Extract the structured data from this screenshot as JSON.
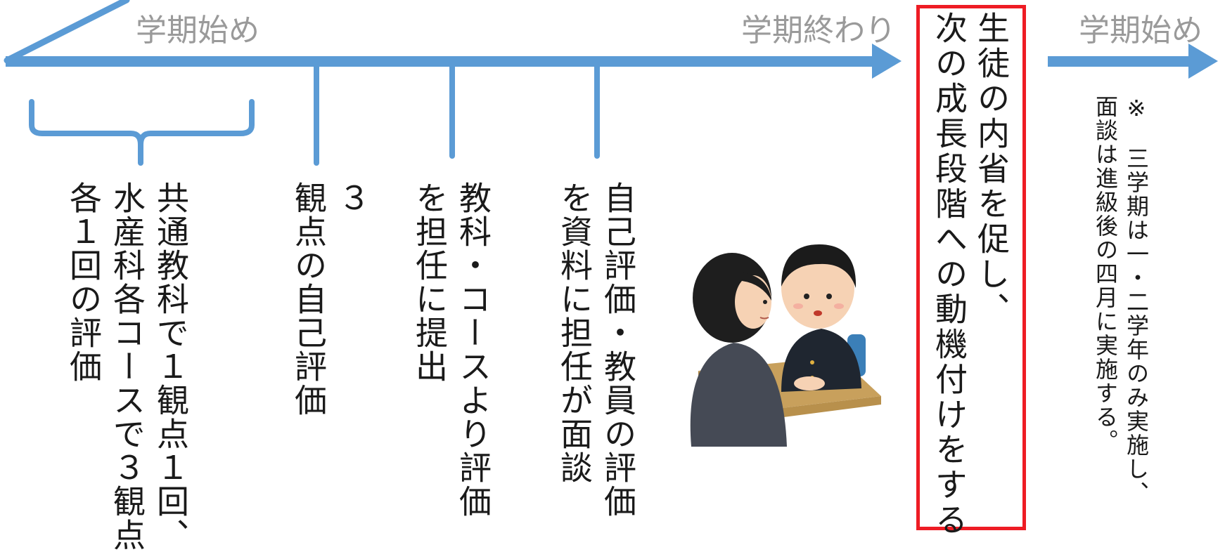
{
  "labels": {
    "semester_start_1": "学期始め",
    "semester_end": "学期終わり",
    "semester_start_2": "学期始め"
  },
  "steps": [
    "共通教科で１観点１回、\n水産科各コースで３観点\n各１回の評価",
    "３\n観点の自己評価",
    "教科・コースより評価\nを担任に提出",
    "自己評価・教員の評価\nを資料に担任が面談"
  ],
  "highlight": "生徒の内省を促し、\n次の成長段階への動機付けをする",
  "note": "※　三学期は一・二学年のみ実施し、\n面談は進級後の四月に実施する。",
  "colors": {
    "timeline": "#5b9bd5",
    "highlight_border": "#ee1c24",
    "label_gray": "#9a9a9a"
  }
}
